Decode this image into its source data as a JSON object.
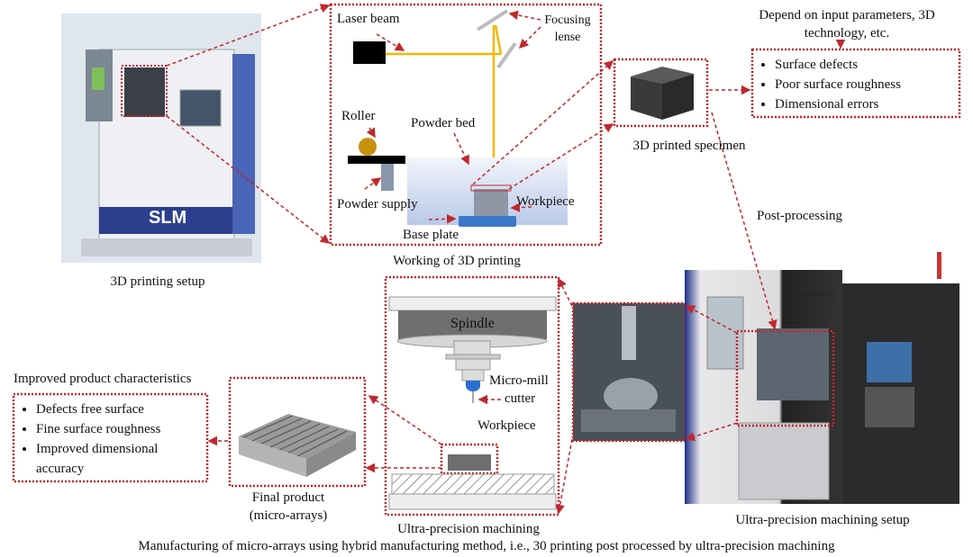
{
  "labels": {
    "setup_3d": "3D printing setup",
    "working_3d": "Working of 3D printing",
    "laser_beam": "Laser beam",
    "focusing_lense_1": "Focusing",
    "focusing_lense_2": "lense",
    "roller": "Roller",
    "powder_bed": "Powder bed",
    "powder_supply": "Powder supply",
    "workpiece_top": "Workpiece",
    "base_plate": "Base plate",
    "specimen": "3D printed specimen",
    "depend_1": "Depend on input parameters, 3D",
    "depend_2": "technology, etc.",
    "post_processing": "Post-processing",
    "spindle": "Spindle",
    "micro_mill_1": "Micro-mill",
    "micro_mill_2": "cutter",
    "workpiece_bottom": "Workpiece",
    "upm": "Ultra-precision machining",
    "upm_setup": "Ultra-precision machining setup",
    "final_1": "Final product",
    "final_2": "(micro-arrays)",
    "improved_heading": "Improved product characteristics",
    "slm_logo": "SLM",
    "toshiba_logo": "TOSHIBA MACHINE",
    "caption": "Manufacturing of micro-arrays using hybrid manufacturing method, i.e., 30 printing post processed by ultra-precision machining"
  },
  "defects": [
    "Surface defects",
    "Poor surface roughness",
    "Dimensional errors"
  ],
  "improvements": [
    "Defects free surface",
    "Fine surface roughness",
    "Improved dimensional accuracy"
  ],
  "colors": {
    "dotted": "#c0282d",
    "laser": "#f2b705",
    "base_plate": "#3a78c8"
  }
}
